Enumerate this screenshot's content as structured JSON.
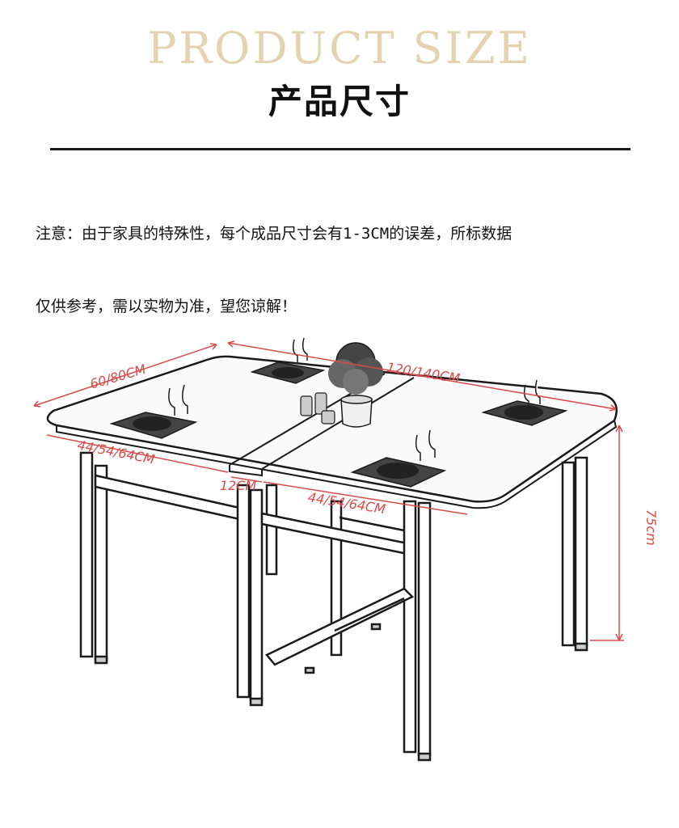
{
  "header": {
    "title_en": "PRODUCT SIZE",
    "title_cn": "产品尺寸"
  },
  "note": {
    "line1": "注意：由于家具的特殊性，每个成品尺寸会有1-3CM的误差，所标数据",
    "line2": "仅供参考，需以实物为准，望您谅解！"
  },
  "dimensions": {
    "depth": "60/80CM",
    "length": "120/140CM",
    "leaf_left": "44/54/64CM",
    "middle": "12CM",
    "leaf_right": "44/54/64CM",
    "height": "75cm"
  },
  "colors": {
    "title_en": "#e4d2b0",
    "dimension_lines": "#d94a4a",
    "outline": "#1a1a1a"
  }
}
